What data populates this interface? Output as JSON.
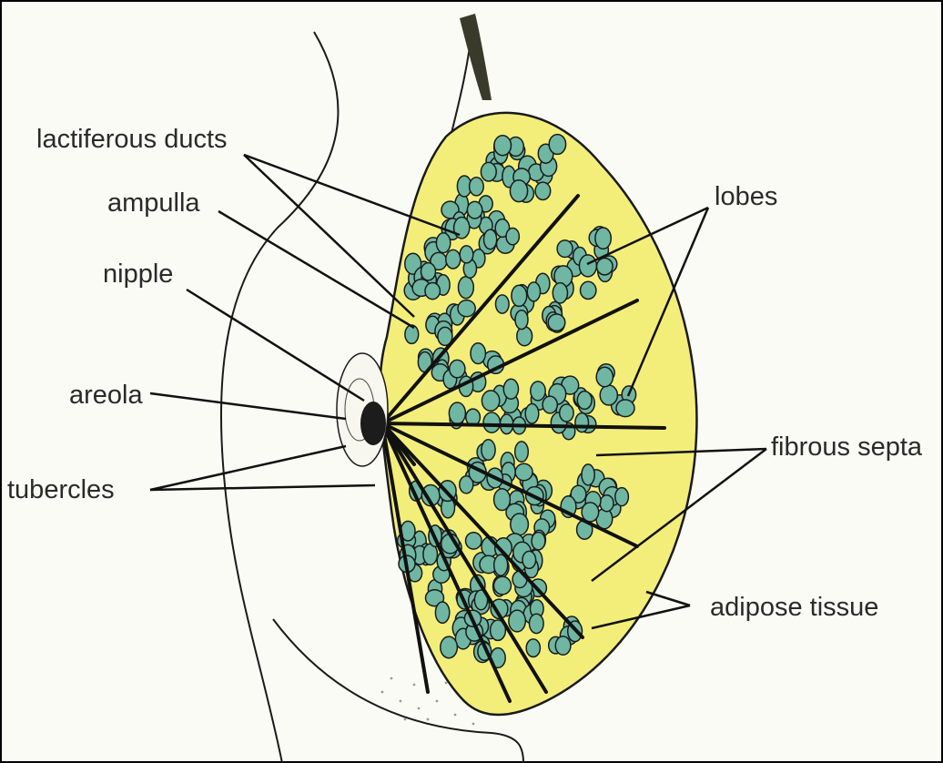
{
  "labels": {
    "lactiferous_ducts": "lactiferous ducts",
    "ampulla": "ampulla",
    "nipple": "nipple",
    "areola": "areola",
    "tubercles": "tubercles",
    "lobes": "lobes",
    "fibrous_septa": "fibrous septa",
    "adipose_tissue": "adipose tissue"
  },
  "colors": {
    "background": "#fbfbf6",
    "adipose": "#f3ee7a",
    "lobule": "#6fb7a2",
    "outline": "#1a1a1a"
  }
}
